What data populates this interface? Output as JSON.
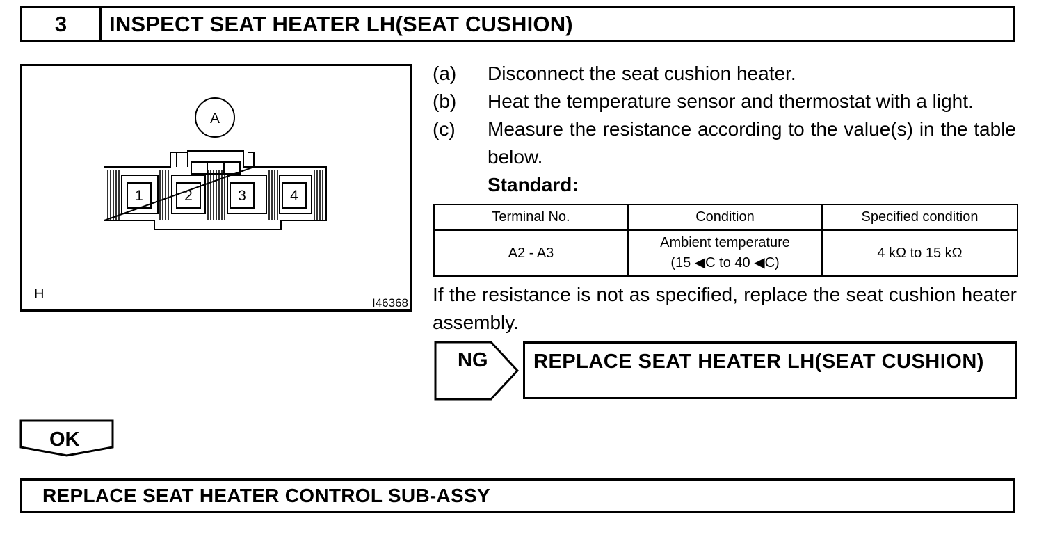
{
  "header": {
    "step_number": "3",
    "title": "INSPECT SEAT HEATER LH(SEAT CUSHION)"
  },
  "figure": {
    "connector_label": "A",
    "terminals": [
      "1",
      "2",
      "3",
      "4"
    ],
    "corner_label": "H",
    "figure_id": "I46368"
  },
  "steps": [
    {
      "label": "(a)",
      "text": "Disconnect the seat cushion heater."
    },
    {
      "label": "(b)",
      "text": "Heat the temperature sensor and thermostat with a light."
    },
    {
      "label": "(c)",
      "text": "Measure the resistance according to the value(s) in the table below."
    }
  ],
  "standard_label": "Standard:",
  "table": {
    "headers": [
      "Terminal No.",
      "Condition",
      "Specified condition"
    ],
    "rows": [
      {
        "terminal": "A2 - A3",
        "condition_line1": "Ambient temperature",
        "condition_line2": "(15 ◀C to 40 ◀C)",
        "specified": "4 kΩ to 15 kΩ"
      }
    ]
  },
  "note": "If the resistance is not as specified, replace the seat cushion heater assembly.",
  "ng": {
    "label": "NG",
    "action": "REPLACE SEAT HEATER LH(SEAT CUSHION)"
  },
  "ok": {
    "label": "OK"
  },
  "final_action": "REPLACE SEAT HEATER CONTROL SUB-ASSY"
}
